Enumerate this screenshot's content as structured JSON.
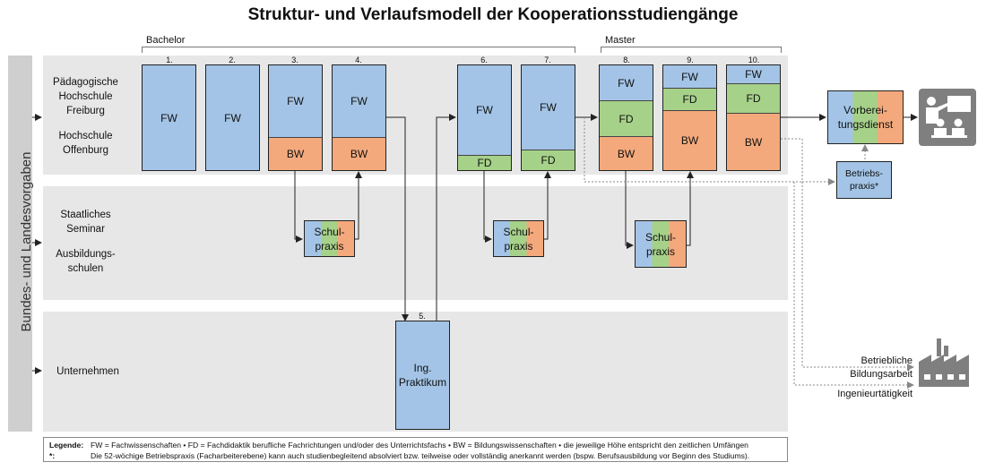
{
  "title": "Struktur- und Verlaufsmodell der Kooperationsstudiengänge",
  "phases": {
    "bachelor": "Bachelor",
    "master": "Master"
  },
  "side_label": "Bundes- und Landesvorgaben",
  "rows": {
    "hochschule": {
      "line1": "Pädagogische",
      "line2": "Hochschule",
      "line3": "Freiburg",
      "line4": "Hochschule",
      "line5": "Offenburg"
    },
    "seminar": {
      "line1": "Staatliches",
      "line2": "Seminar",
      "line3": "Ausbildungs-",
      "line4": "schulen"
    },
    "unternehmen": {
      "line1": "Unternehmen"
    }
  },
  "semesters": [
    {
      "n": "1.",
      "segments": [
        "FW"
      ]
    },
    {
      "n": "2.",
      "segments": [
        "FW"
      ]
    },
    {
      "n": "3.",
      "segments": [
        "FW",
        "BW"
      ]
    },
    {
      "n": "4.",
      "segments": [
        "FW",
        "BW"
      ]
    },
    {
      "n": "5."
    },
    {
      "n": "6.",
      "segments": [
        "FW",
        "FD"
      ]
    },
    {
      "n": "7.",
      "segments": [
        "FW",
        "FD"
      ]
    },
    {
      "n": "8.",
      "segments": [
        "FW",
        "FD",
        "BW"
      ]
    },
    {
      "n": "9.",
      "segments": [
        "FW",
        "FD",
        "BW"
      ]
    },
    {
      "n": "10.",
      "segments": [
        "FW",
        "FD",
        "BW"
      ]
    }
  ],
  "schulpraxis": {
    "line1": "Schul-",
    "line2": "praxis"
  },
  "ing_praktikum": {
    "line1": "Ing.",
    "line2": "Praktikum"
  },
  "vorbereitungsdienst": {
    "line1": "Vorberei-",
    "line2": "tungsdienst"
  },
  "betriebspraxis": {
    "line1": "Betriebs-",
    "line2": "praxis*"
  },
  "betriebliche": {
    "line1": "Betriebliche",
    "line2": "Bildungsarbeit"
  },
  "ingenieur": "Ingenieurtätigkeit",
  "legend": {
    "key1": "Legende:",
    "text1": "FW = Fachwissenschaften • FD = Fachdidaktik berufliche Fachrichtungen und/oder des Unterrichtsfachs • BW = Bildungswissenschaften • die jeweilige Höhe entspricht den zeitlichen Umfängen",
    "key2": "*:",
    "text2": "Die 52-wöchige Betriebspraxis (Facharbeiterebene) kann auch studienbegleitend absolviert bzw. teilweise oder vollständig anerkannt werden (bspw. Berufsausbildung vor Beginn des Studiums)."
  },
  "icons": [
    "teacher-classroom-icon",
    "factory-icon"
  ],
  "colors": {
    "FW": "#a3c4e6",
    "FD": "#a6d189",
    "BW": "#f4a97c",
    "band": "#e7e7e7",
    "sidebar": "#cfcfcf"
  }
}
